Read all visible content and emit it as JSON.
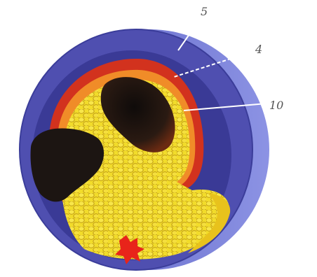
{
  "diagram": {
    "labels": [
      {
        "id": "label-5",
        "text": "5"
      },
      {
        "id": "label-4",
        "text": "4"
      },
      {
        "id": "label-10",
        "text": "10"
      }
    ],
    "colors": {
      "outer_shell": "#4f4fb0",
      "outer_shell_side": "#7f86dd",
      "inner_rim": "#3a3a96",
      "red_layer": "#d2321e",
      "orange_layer": "#f08c28",
      "yellow_core": "#f2dc2a",
      "cell_outline": "#b99312",
      "cavity": "#1c1512",
      "red_spot": "#e8241a",
      "leader_line": "#ffffff"
    }
  }
}
